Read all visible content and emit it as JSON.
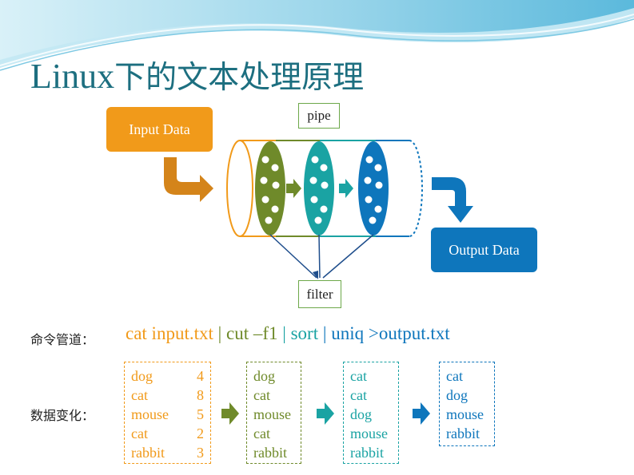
{
  "title": {
    "latin": "Linux",
    "cjk": "下的文本处理原理"
  },
  "diagram": {
    "input_label": "Input Data",
    "output_label": "Output Data",
    "pipe_label": "pipe",
    "filter_label": "filter"
  },
  "command": {
    "label": "命令管道：",
    "parts": [
      {
        "text": "cat input.txt",
        "color": "#f19a1a"
      },
      {
        "text": " | ",
        "color": "#6f8a2a"
      },
      {
        "text": "cut –f1",
        "color": "#6f8a2a"
      },
      {
        "text": " | ",
        "color": "#1aa3a3"
      },
      {
        "text": "sort",
        "color": "#1aa3a3"
      },
      {
        "text": " | ",
        "color": "#0e76bc"
      },
      {
        "text": "uniq >output.txt",
        "color": "#0e76bc"
      }
    ]
  },
  "data_change": {
    "label": "数据变化：",
    "stage1": [
      [
        "dog",
        "4"
      ],
      [
        "cat",
        "8"
      ],
      [
        "mouse",
        "5"
      ],
      [
        "cat",
        "2"
      ],
      [
        "rabbit",
        "3"
      ]
    ],
    "stage2": [
      "dog",
      "cat",
      "mouse",
      "cat",
      "rabbit"
    ],
    "stage3": [
      "cat",
      "cat",
      "dog",
      "mouse",
      "rabbit"
    ],
    "stage4": [
      "cat",
      "dog",
      "mouse",
      "rabbit"
    ]
  },
  "colors": {
    "orange": "#f19a1a",
    "olive": "#6f8a2a",
    "teal": "#1aa3a3",
    "blue": "#0e76bc",
    "title": "#1d6f80"
  },
  "icons": [
    "curved-arrow-icon",
    "right-arrow-icon"
  ]
}
